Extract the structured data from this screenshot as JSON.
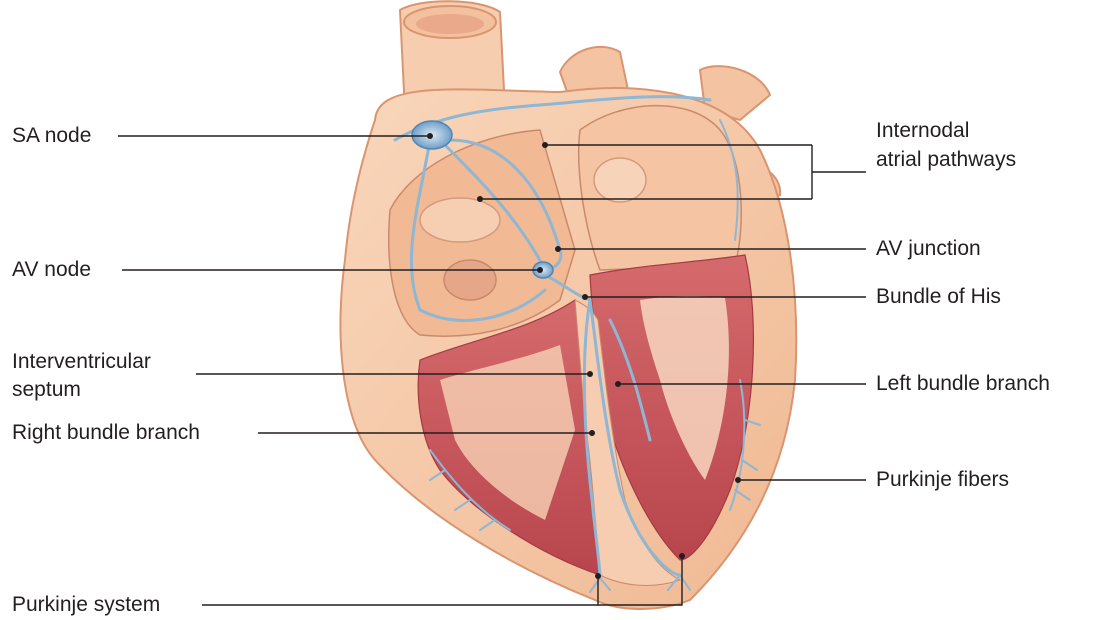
{
  "labels": {
    "sa_node": "SA node",
    "av_node": "AV node",
    "interventricular_septum_1": "Interventricular",
    "interventricular_septum_2": "septum",
    "right_bundle_branch": "Right bundle branch",
    "purkinje_system": "Purkinje system",
    "internodal_1": "Internodal",
    "internodal_2": "atrial pathways",
    "av_junction": "AV junction",
    "bundle_of_his": "Bundle of His",
    "left_bundle_branch": "Left bundle branch",
    "purkinje_fibers": "Purkinje fibers"
  },
  "colors": {
    "heart_wall": "#f6c7a4",
    "heart_outline": "#d9956f",
    "chamber": "#f1b58f",
    "muscle": "#c9575c",
    "muscle_dark": "#a53a43",
    "conduction": "#8fb6d3",
    "conduction_dark": "#4f86b3",
    "leader_line": "#231f20"
  }
}
